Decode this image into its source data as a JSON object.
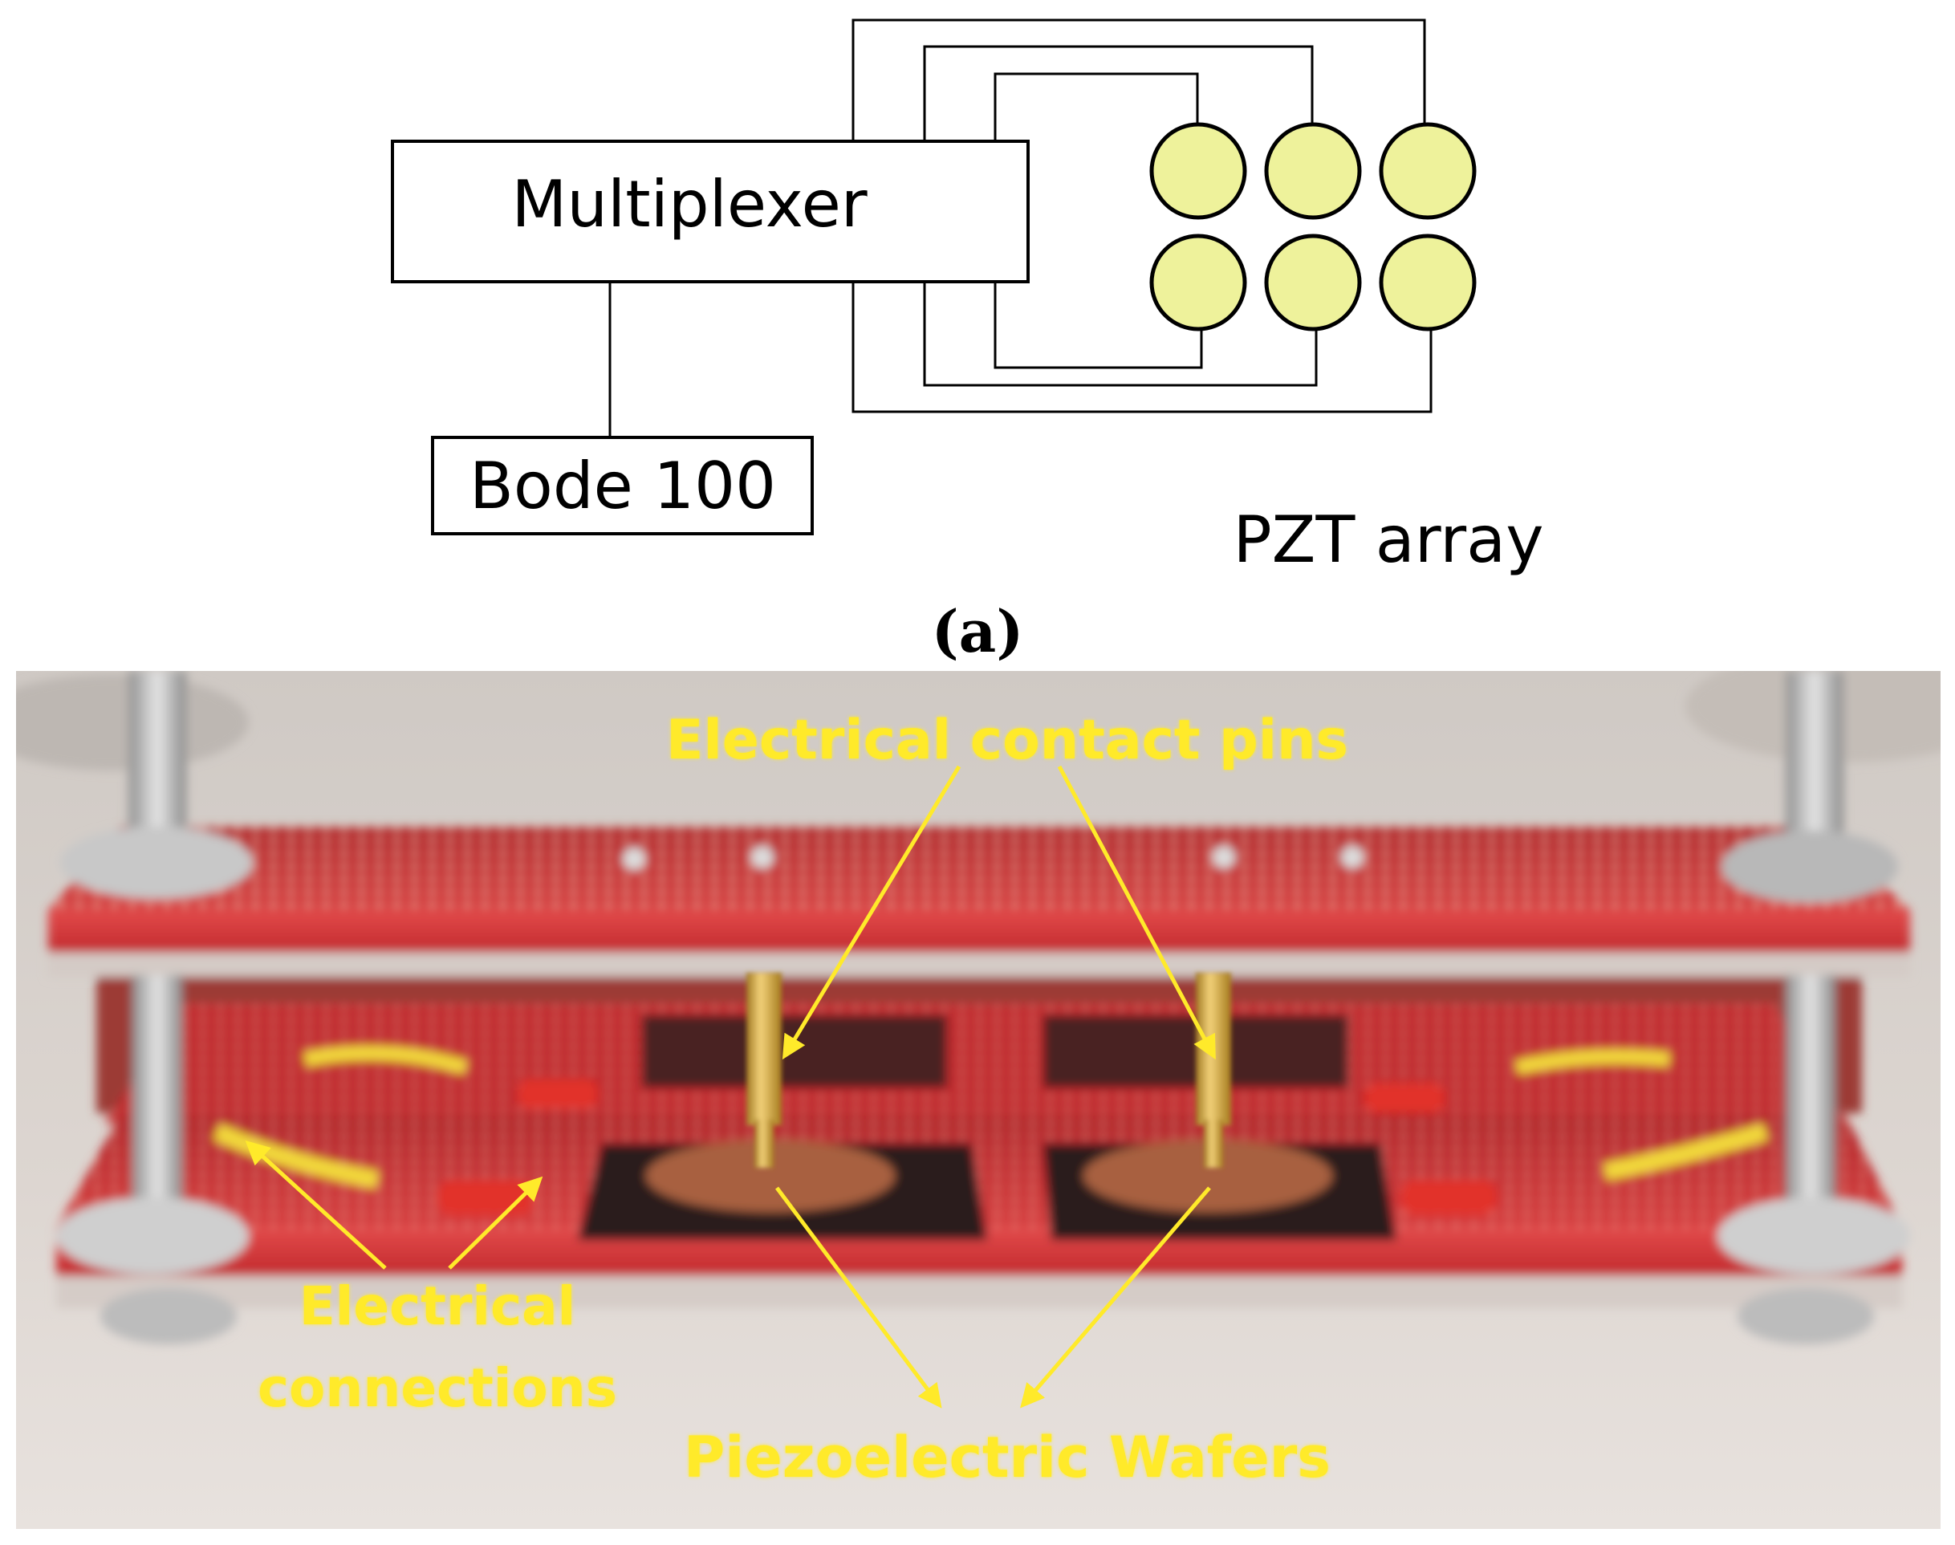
{
  "panel_a": {
    "multiplexer_label": "Multiplexer",
    "bode_label": "Bode 100",
    "pzt_label": "PZT array",
    "caption": "(a)",
    "colors": {
      "stroke": "#000000",
      "pzt_fill": "#eef29b"
    }
  },
  "panel_b": {
    "annotations": {
      "contact_pins": "Electrical contact pins",
      "connections_line1": "Electrical",
      "connections_line2": "connections",
      "wafers": "Piezoelectric Wafers"
    },
    "colors": {
      "annotation": "#ffea2a",
      "pcb": "#c8212a"
    }
  }
}
